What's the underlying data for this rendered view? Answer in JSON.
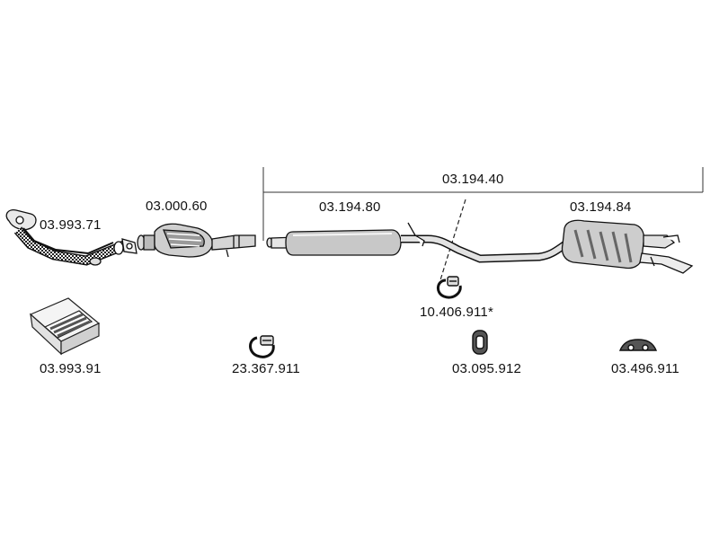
{
  "parts": {
    "assembly": "03.194.40",
    "front_pipe": "03.993.71",
    "catalyst": "03.000.60",
    "center_muffler": "03.194.80",
    "rear_muffler": "03.194.84",
    "clamp_small": "10.406.911*",
    "mount_kit": "03.993.91",
    "clamp": "23.367.911",
    "rubber_hanger": "03.095.912",
    "rubber_mount": "03.496.911"
  }
}
